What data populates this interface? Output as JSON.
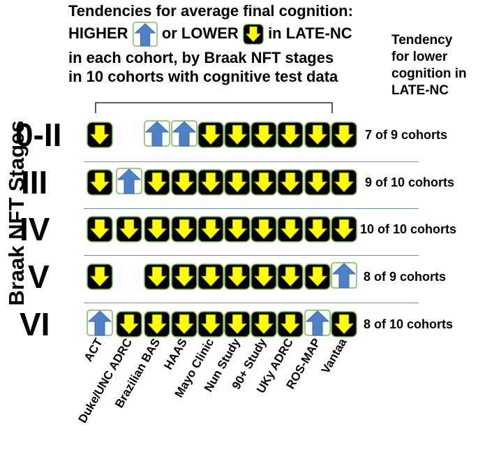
{
  "title": {
    "line1": "Tendencies for average final cognition:",
    "higher": "HIGHER",
    "or_lower": "or LOWER",
    "in_late": "in LATE-NC",
    "line3": "in each cohort, by Braak NFT stages",
    "line4": "in 10 cohorts with cognitive test data"
  },
  "side_header": [
    "Tendency",
    "for lower",
    "cognition in",
    "LATE-NC"
  ],
  "y_axis_label": "Braak NFT Stages",
  "cohorts": [
    "ACT",
    "Duke/UNC ADRC",
    "Brazilian BAS",
    "HAAS",
    "Mayo Clinic",
    "Nun Study",
    "90+ Study",
    "UKy ADRC",
    "ROS-MAP",
    "Vantaa"
  ],
  "colors": {
    "up_arrow": "#4f81c7",
    "down_arrow": "#ffff00",
    "down_box": "#000000",
    "box_border": "#7fb55b",
    "separator": "#6e8fc4"
  },
  "stages": [
    {
      "label": "0-II",
      "count": "7 of 9 cohorts",
      "cells": [
        "down",
        "none",
        "up",
        "up",
        "down",
        "down",
        "down",
        "down",
        "down",
        "down"
      ]
    },
    {
      "label": "III",
      "count": "9 of 10 cohorts",
      "cells": [
        "down",
        "up",
        "down",
        "down",
        "down",
        "down",
        "down",
        "down",
        "down",
        "down"
      ]
    },
    {
      "label": "IV",
      "count": "10 of 10 cohorts",
      "cells": [
        "down",
        "down",
        "down",
        "down",
        "down",
        "down",
        "down",
        "down",
        "down",
        "down"
      ]
    },
    {
      "label": "V",
      "count": "8 of 9 cohorts",
      "cells": [
        "down",
        "none",
        "down",
        "down",
        "down",
        "down",
        "down",
        "down",
        "down",
        "up"
      ]
    },
    {
      "label": "VI",
      "count": "8 of 10 cohorts",
      "cells": [
        "up",
        "down",
        "down",
        "down",
        "down",
        "down",
        "down",
        "down",
        "up",
        "down"
      ]
    }
  ]
}
